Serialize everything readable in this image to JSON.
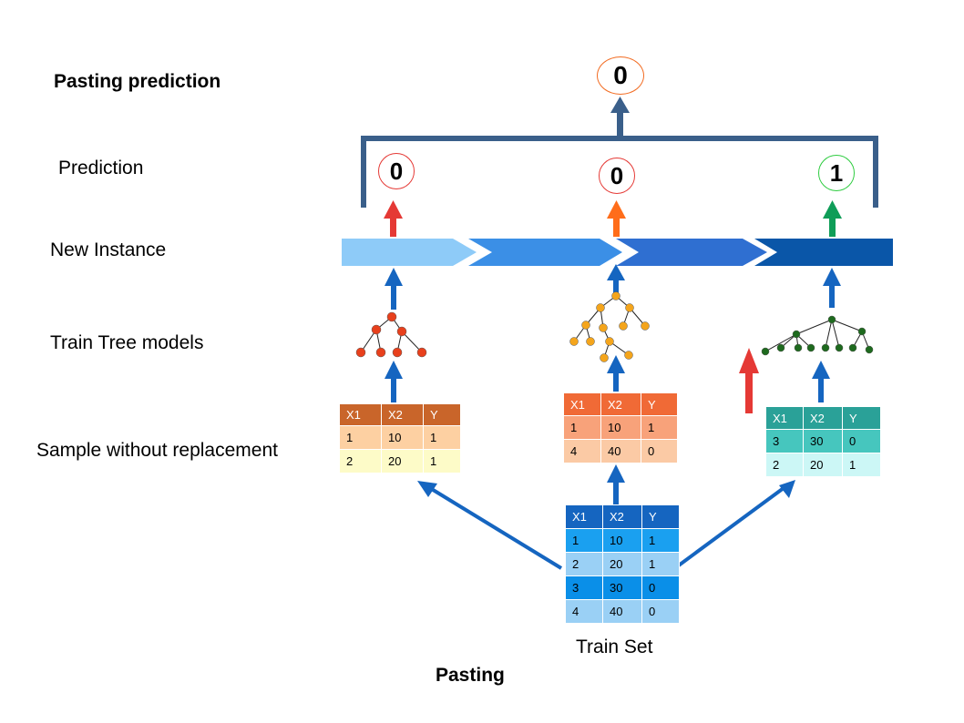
{
  "labels": {
    "pasting_prediction": "Pasting prediction",
    "prediction": "Prediction",
    "new_instance": "New Instance",
    "train_tree_models": "Train Tree models",
    "sample_without_replacement": "Sample without replacement",
    "train_set": "Train Set",
    "pasting": "Pasting"
  },
  "final_prediction": "0",
  "predictions": [
    "0",
    "0",
    "1"
  ],
  "columns": [
    "X1",
    "X2",
    "Y"
  ],
  "sample_tables": [
    {
      "rows": [
        [
          "1",
          "10",
          "1"
        ],
        [
          "2",
          "20",
          "1"
        ]
      ]
    },
    {
      "rows": [
        [
          "1",
          "10",
          "1"
        ],
        [
          "4",
          "40",
          "0"
        ]
      ]
    },
    {
      "rows": [
        [
          "3",
          "30",
          "0"
        ],
        [
          "2",
          "20",
          "1"
        ]
      ]
    }
  ],
  "train_set_rows": [
    [
      "1",
      "10",
      "1"
    ],
    [
      "2",
      "20",
      "1"
    ],
    [
      "3",
      "30",
      "0"
    ],
    [
      "4",
      "40",
      "0"
    ]
  ],
  "colors": {
    "arrow_blue": "#1565c0",
    "bracket": "#3a5f8a",
    "pred_red": "#e53935",
    "pred_orange": "#ff6d1a",
    "pred_green": "#0f9d58",
    "tree1": "#e8401c",
    "tree2": "#f4a51c",
    "tree3": "#1e6a1e"
  }
}
